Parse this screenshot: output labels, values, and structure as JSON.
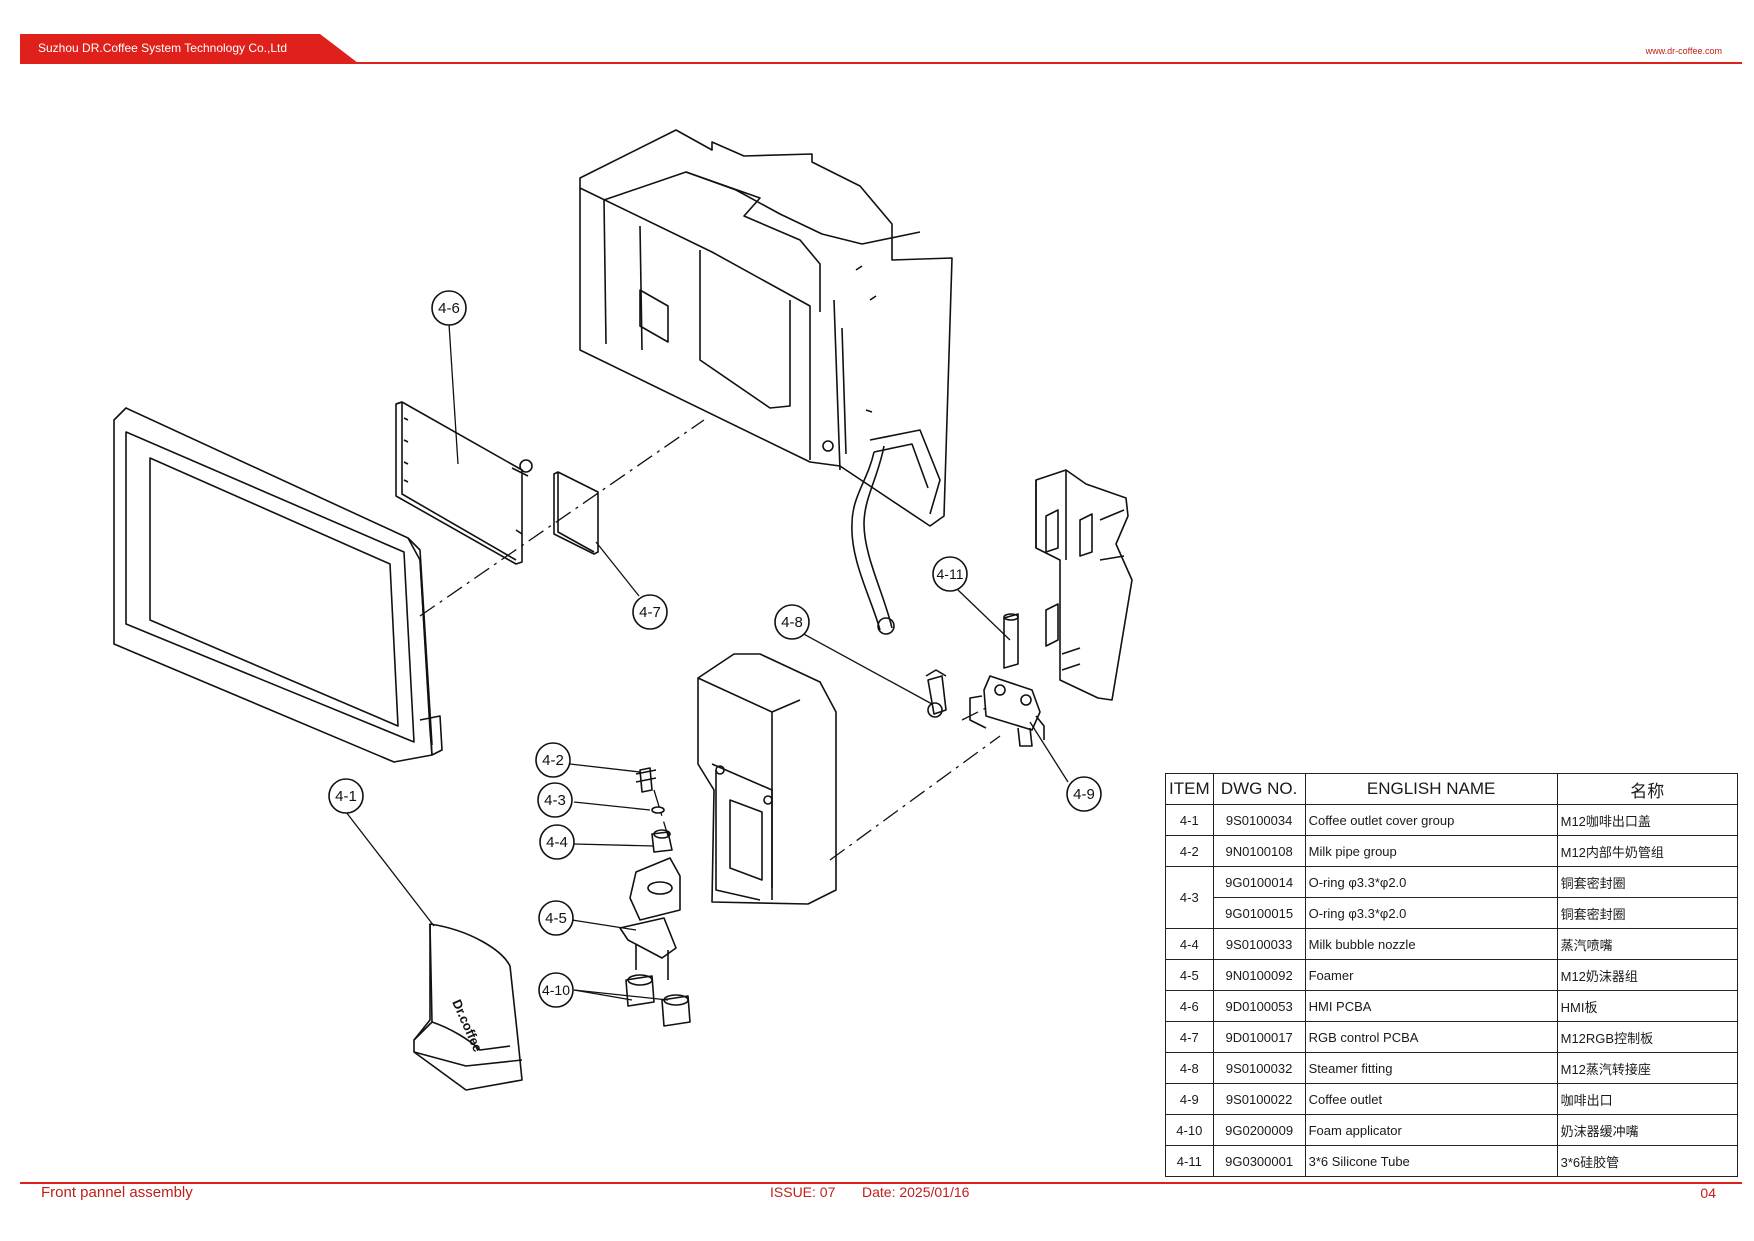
{
  "header": {
    "company": "Suzhou DR.Coffee System Technology Co.,Ltd",
    "website": "www.dr-coffee.com"
  },
  "drawing": {
    "callouts": [
      "4-1",
      "4-2",
      "4-3",
      "4-4",
      "4-5",
      "4-6",
      "4-7",
      "4-8",
      "4-9",
      "4-10",
      "4-11"
    ],
    "logo_text": "Dr.coffee"
  },
  "bom": {
    "headers": [
      "ITEM",
      "DWG NO.",
      "ENGLISH NAME",
      "名称"
    ],
    "rows": [
      {
        "item": "4-1",
        "dwg": "9S0100034",
        "en": "Coffee outlet cover group",
        "cn": "M12咖啡出口盖"
      },
      {
        "item": "4-2",
        "dwg": "9N0100108",
        "en": "Milk pipe group",
        "cn": "M12内部牛奶管组"
      },
      {
        "item": "4-3",
        "dwg": "9G0100014",
        "en": "O-ring φ3.3*φ2.0",
        "cn": "铜套密封圈"
      },
      {
        "item": "",
        "dwg": "9G0100015",
        "en": "O-ring φ3.3*φ2.0",
        "cn": "铜套密封圈"
      },
      {
        "item": "4-4",
        "dwg": "9S0100033",
        "en": "Milk bubble nozzle",
        "cn": "蒸汽喷嘴"
      },
      {
        "item": "4-5",
        "dwg": "9N0100092",
        "en": "Foamer",
        "cn": "M12奶沫器组"
      },
      {
        "item": "4-6",
        "dwg": "9D0100053",
        "en": "HMI PCBA",
        "cn": "HMI板"
      },
      {
        "item": "4-7",
        "dwg": "9D0100017",
        "en": "RGB control PCBA",
        "cn": "M12RGB控制板"
      },
      {
        "item": "4-8",
        "dwg": "9S0100032",
        "en": "Steamer fitting",
        "cn": "M12蒸汽转接座"
      },
      {
        "item": "4-9",
        "dwg": "9S0100022",
        "en": "Coffee outlet",
        "cn": "咖啡出口"
      },
      {
        "item": "4-10",
        "dwg": "9G0200009",
        "en": "Foam applicator",
        "cn": "奶沫器缓冲嘴"
      },
      {
        "item": "4-11",
        "dwg": "9G0300001",
        "en": "3*6 Silicone Tube",
        "cn": "3*6硅胶管"
      }
    ]
  },
  "footer": {
    "title": "Front pannel assembly",
    "issue": "ISSUE:  07",
    "date": "Date:  2025/01/16",
    "page": "04"
  }
}
